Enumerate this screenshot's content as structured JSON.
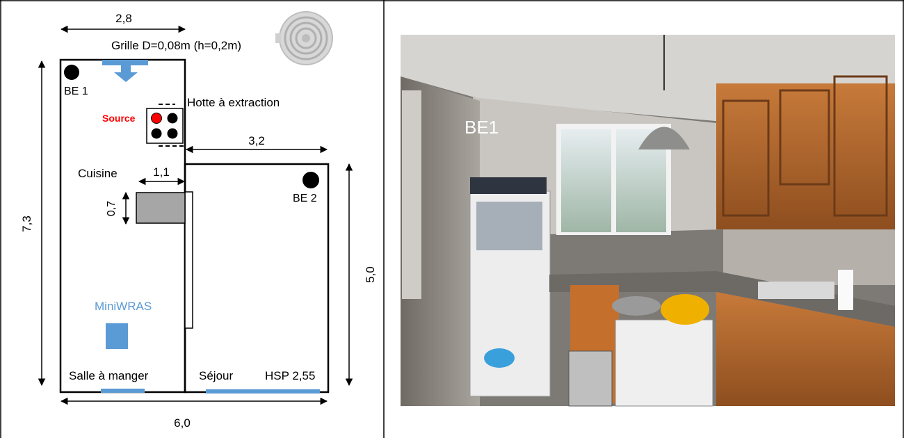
{
  "plan": {
    "dim_top_width": "2,8",
    "grille_label": "Grille D=0,08m (h=0,2m)",
    "be1_label": "BE 1",
    "hood_label": "Hotte à extraction",
    "source_label": "Source",
    "dim_living_width": "3,2",
    "kitchen_label": "Cuisine",
    "dim_counter_width": "1,1",
    "be2_label": "BE 2",
    "dim_counter_depth": "0,7",
    "dim_total_height": "7,3",
    "dim_living_height": "5,0",
    "miniwras_label": "MiniWRAS",
    "dining_label": "Salle à manger",
    "living_label": "Séjour",
    "hsp_label": "HSP 2,55",
    "dim_total_width": "6,0"
  },
  "photo": {
    "label": "BE1"
  },
  "colors": {
    "vent_blue": "#5b9bd5",
    "source_red": "#ff0000",
    "counter_grey": "#a6a6a6",
    "miniwras_text": "#5b9bd5"
  }
}
